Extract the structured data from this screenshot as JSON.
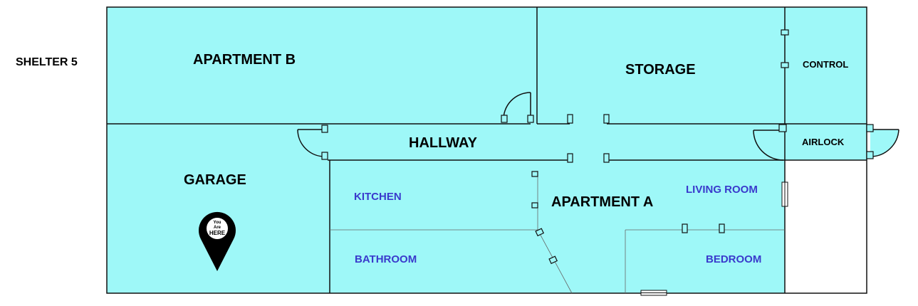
{
  "title": "SHELTER 5",
  "rooms": {
    "apartment_b": "APARTMENT B",
    "storage": "STORAGE",
    "control": "CONTROL",
    "hallway": "HALLWAY",
    "airlock": "AIRLOCK",
    "garage": "GARAGE",
    "apartment_a": "APARTMENT A",
    "kitchen": "KITCHEN",
    "living_room": "LIVING ROOM",
    "bathroom": "BATHROOM",
    "bedroom": "BEDROOM"
  },
  "marker": {
    "line1": "You",
    "line2": "Are",
    "line3": "HERE"
  },
  "colors": {
    "floor": "#9ef8f8",
    "wall": "#111111",
    "room_label": "#000000",
    "subroom_label": "#3a3acc",
    "marker": "#000000"
  }
}
